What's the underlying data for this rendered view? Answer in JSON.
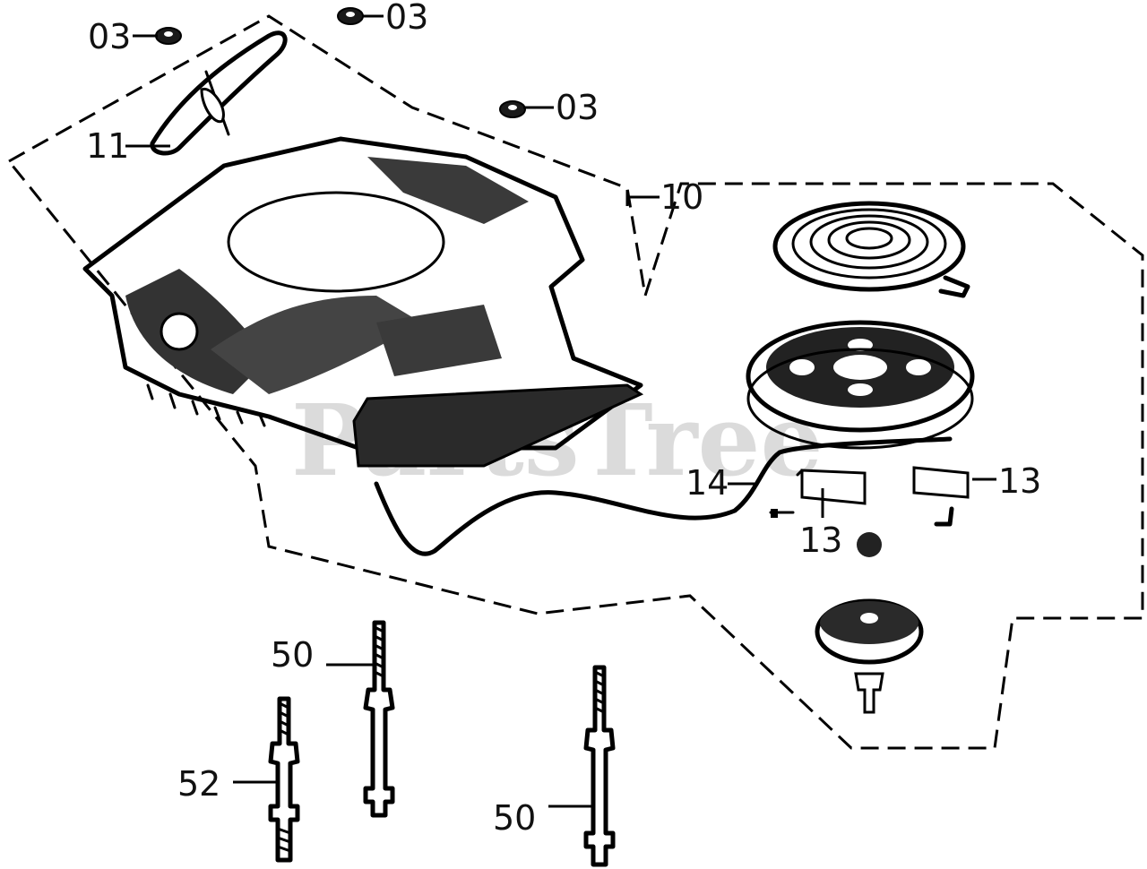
{
  "callouts": {
    "nut_left": "03",
    "nut_top": "03",
    "nut_mid": "03",
    "handle": "11",
    "housing": "10",
    "cord": "14",
    "pawl_center": "13",
    "pawl_right": "13",
    "stud_upper": "50",
    "stud_left": "52",
    "stud_lower": "50"
  },
  "watermark": "PartsTree"
}
